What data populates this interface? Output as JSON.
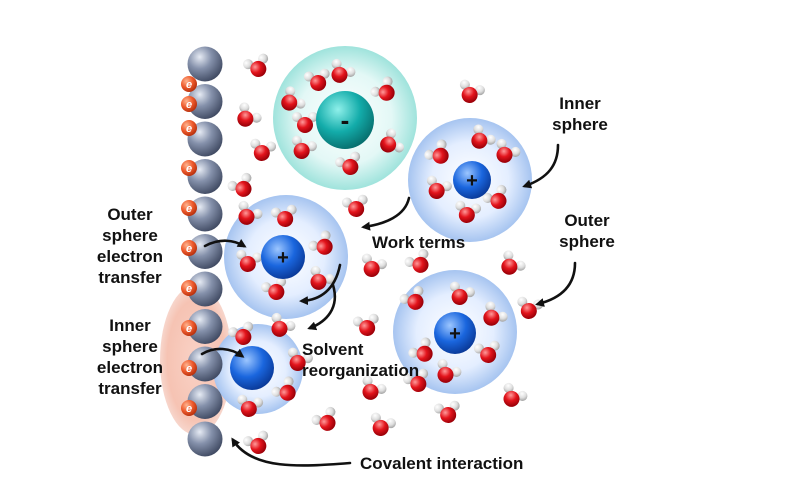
{
  "labels": {
    "inner_sphere_top_1": "Inner",
    "inner_sphere_top_2": "sphere",
    "outer_sphere_right_1": "Outer",
    "outer_sphere_right_2": "sphere",
    "outer_sphere_et_1": "Outer",
    "outer_sphere_et_2": "sphere",
    "outer_sphere_et_3": "electron",
    "outer_sphere_et_4": "transfer",
    "inner_sphere_et_1": "Inner",
    "inner_sphere_et_2": "sphere",
    "inner_sphere_et_3": "electron",
    "inner_sphere_et_4": "transfer",
    "work_terms": "Work terms",
    "solvent_reorg_1": "Solvent",
    "solvent_reorg_2": "reorganization",
    "covalent_interaction": "Covalent interaction"
  },
  "symbols": {
    "electron": "e",
    "anion_charge": "-",
    "cation_charge": "+"
  },
  "colors": {
    "electrode_atom": "#5d6b87",
    "electron": "#e8502a",
    "anion_core": "#0fa6a6",
    "cation_core": "#1560d8",
    "water_oxygen": "#e0141c",
    "water_hydrogen": "#d9d9d9",
    "inner_sphere_highlight": "#f6c6b8"
  },
  "icons": [
    "electrode-atom-icon",
    "electron-icon",
    "water-molecule-icon",
    "arrow-icon"
  ]
}
